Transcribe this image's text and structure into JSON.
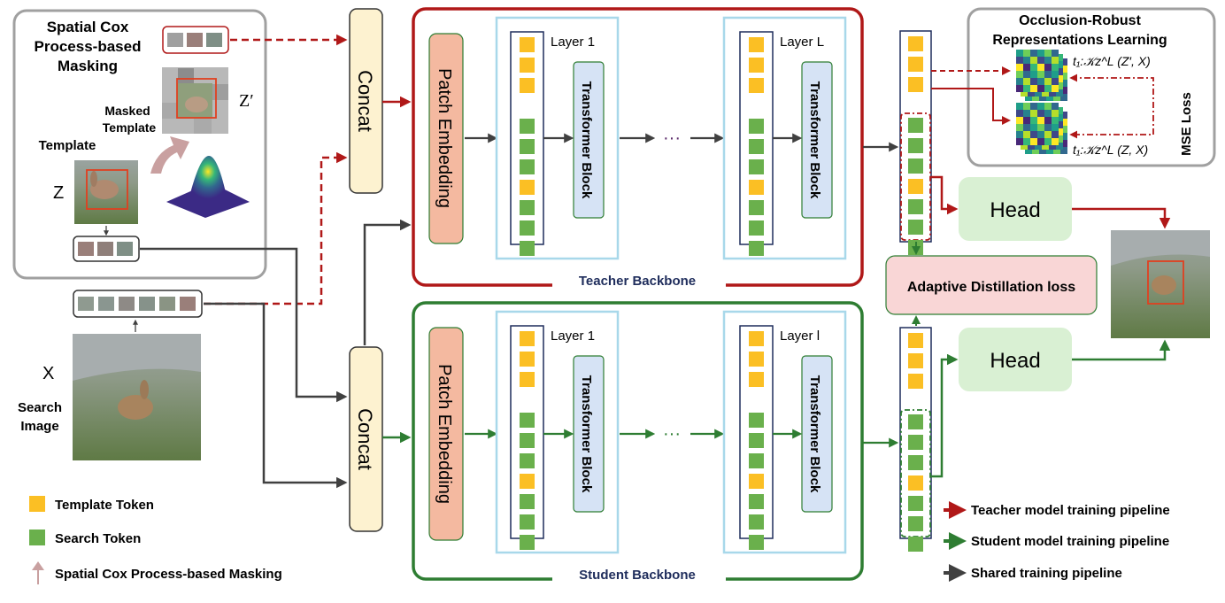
{
  "masking_box": {
    "title_line1": "Spatial Cox",
    "title_line2": "Process-based",
    "title_line3": "Masking",
    "masked_template_line1": "Masked",
    "masked_template_line2": "Template",
    "z_prime_label": "Z′",
    "template_label": "Template",
    "z_label": "Z"
  },
  "search": {
    "x_label": "X",
    "label_line1": "Search",
    "label_line2": "Image"
  },
  "concat": {
    "label": "Concat"
  },
  "teacher": {
    "backbone_label": "Teacher Backbone",
    "patch_embedding": "Patch Embedding",
    "layer_first": "Layer 1",
    "layer_last": "Layer L",
    "block_label": "Transformer Block",
    "ellipsis": "···"
  },
  "student": {
    "backbone_label": "Student Backbone",
    "patch_embedding": "Patch Embedding",
    "layer_first": "Layer 1",
    "layer_last": "Layer l",
    "block_label": "Transformer Block",
    "ellipsis": "···"
  },
  "occlusion": {
    "title_line1": "Occlusion-Robust",
    "title_line2": "Representations Learning",
    "formula_top": "t₁:𝒦z^L (Z′, X)",
    "formula_bottom": "t₁:𝒦z^L (Z, X)",
    "mse_label": "MSE Loss"
  },
  "heads": {
    "teacher_head": "Head",
    "student_head": "Head"
  },
  "distill": {
    "label": "Adaptive Distillation loss"
  },
  "legend": {
    "template_token": "Template Token",
    "search_token": "Search Token",
    "masking": "Spatial Cox Process-based Masking",
    "teacher_pipeline": "Teacher model training pipeline",
    "student_pipeline": "Student model training pipeline",
    "shared_pipeline": "Shared training pipeline"
  },
  "colors": {
    "teacher_red": "#b01818",
    "student_green": "#2e7d32",
    "shared_gray": "#404040",
    "template_token": "#fbbf24",
    "search_token": "#6ab04c",
    "concat_fill": "#fdf2d0",
    "patch_fill": "#f4b9a0",
    "block_fill": "#d6e3f5",
    "head_fill": "#d9f0d3",
    "distill_fill": "#f9d6d6"
  }
}
